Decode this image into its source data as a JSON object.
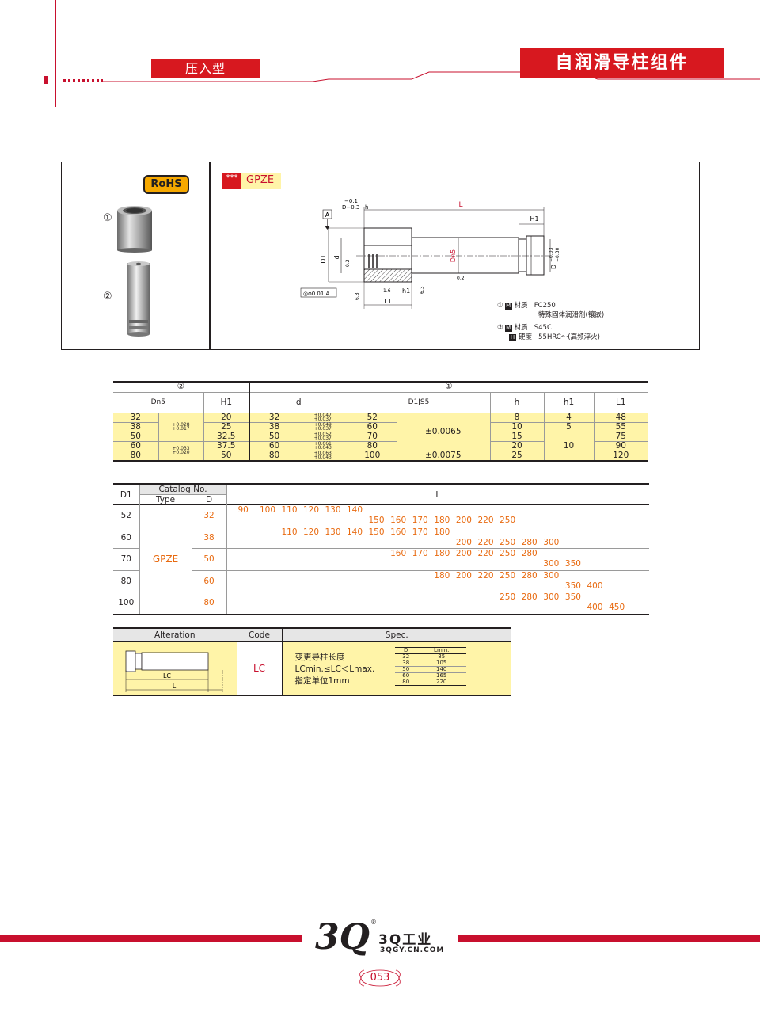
{
  "header": {
    "left_tag": "压入型",
    "right_tag": "自润滑导柱组件"
  },
  "product": {
    "rohs": "RoHS",
    "part_labels": [
      "①",
      "②"
    ],
    "stars": "***",
    "code": "GPZE",
    "drawing": {
      "L": "L",
      "H1": "H1",
      "D_tol_top": "−0.1",
      "D_tol_bot": "D−0.3",
      "h": "h",
      "datum": "A",
      "D1": "D1",
      "d": "d",
      "Dn5": "Dn5",
      "D_right": "D",
      "D_right_tol_top": "−0.03",
      "D_right_tol_bot": "−0.30",
      "rough_02": "0.2",
      "rough_16": "1.6",
      "rough_63": "6.3",
      "rough_02b": "0.2",
      "h1": "h1",
      "L1": "L1",
      "coax": "◎ϕ0.01 A"
    },
    "specs": [
      {
        "no": "①",
        "mark": "M",
        "key": "材质",
        "value": "FC250"
      },
      {
        "no": "",
        "mark": "",
        "key": "",
        "value": "特殊固体润滑剂(镶嵌)"
      },
      {
        "no": "②",
        "mark": "M",
        "key": "材质",
        "value": "S45C"
      },
      {
        "no": "",
        "mark": "H",
        "key": "硬度",
        "value": "55HRC～(高频淬火)"
      }
    ]
  },
  "dim_table": {
    "group_left": "②",
    "group_right": "①",
    "headers": [
      "Dn5",
      "H1",
      "d",
      "D1JS5",
      "h",
      "h1",
      "L1"
    ],
    "rows": [
      {
        "Dn5": "32",
        "H1": "20",
        "d": "32",
        "d_tol": [
          "+0.047",
          "+0.037"
        ],
        "D1": "52",
        "h": "8",
        "h1": "4",
        "L1": "48"
      },
      {
        "Dn5": "38",
        "H1": "25",
        "d": "38",
        "d_tol": [
          "+0.049",
          "+0.037"
        ],
        "D1": "60",
        "h": "10",
        "h1": "5",
        "L1": "55"
      },
      {
        "Dn5": "50",
        "H1": "32.5",
        "d": "50",
        "d_tol": [
          "+0.052",
          "+0.037"
        ],
        "D1": "70",
        "h": "15",
        "h1": "",
        "L1": "75"
      },
      {
        "Dn5": "60",
        "H1": "37.5",
        "d": "60",
        "d_tol": [
          "+0.061",
          "+0.043"
        ],
        "D1": "80",
        "h": "20",
        "h1": "10",
        "L1": "90"
      },
      {
        "Dn5": "80",
        "H1": "50",
        "d": "80",
        "d_tol": [
          "+0.063",
          "+0.043"
        ],
        "D1": "100",
        "h": "25",
        "h1": "",
        "L1": "120"
      }
    ],
    "dn5_tol_a": [
      "+0.028",
      "+0.017"
    ],
    "dn5_tol_b": [
      "+0.033",
      "+0.020"
    ],
    "D1_tol_a": "±0.0065",
    "D1_tol_b": "±0.0075"
  },
  "catalog_table": {
    "h_D1": "D1",
    "h_catalog": "Catalog No.",
    "h_type": "Type",
    "h_D": "D",
    "h_L": "L",
    "type": "GPZE",
    "rows": [
      {
        "D1": "52",
        "D": "32",
        "line1": [
          "90",
          "100",
          "110",
          "120",
          "130",
          "140"
        ],
        "line2": [
          "150",
          "160",
          "170",
          "180",
          "200",
          "220",
          "250"
        ]
      },
      {
        "D1": "60",
        "D": "38",
        "line1": [
          "110",
          "120",
          "130",
          "140",
          "150",
          "160",
          "170",
          "180"
        ],
        "line2": [
          "200",
          "220",
          "250",
          "280",
          "300"
        ]
      },
      {
        "D1": "70",
        "D": "50",
        "line1": [
          "160",
          "170",
          "180",
          "200",
          "220",
          "250",
          "280"
        ],
        "line2": [
          "300",
          "350"
        ]
      },
      {
        "D1": "80",
        "D": "60",
        "line1": [
          "180",
          "200",
          "220",
          "250",
          "280",
          "300"
        ],
        "line2": [
          "350",
          "400"
        ]
      },
      {
        "D1": "100",
        "D": "80",
        "line1": [
          "250",
          "280",
          "300",
          "350"
        ],
        "line2": [
          "400",
          "450"
        ]
      }
    ]
  },
  "alteration": {
    "h_alt": "Alteration",
    "h_code": "Code",
    "h_spec": "Spec.",
    "lbl_LC": "LC",
    "lbl_L": "L",
    "code": "LC",
    "spec_lines": [
      "变更导柱长度",
      "LCmin.≤LC＜Lmax.",
      "指定单位1mm"
    ],
    "mini_headers": [
      "D",
      "Lmin."
    ],
    "mini_rows": [
      [
        "32",
        "85"
      ],
      [
        "38",
        "105"
      ],
      [
        "50",
        "140"
      ],
      [
        "60",
        "165"
      ],
      [
        "80",
        "220"
      ]
    ]
  },
  "footer": {
    "brand": "3Q工业",
    "url": "3QGY.CN.COM",
    "page": "053",
    "reg": "®"
  }
}
